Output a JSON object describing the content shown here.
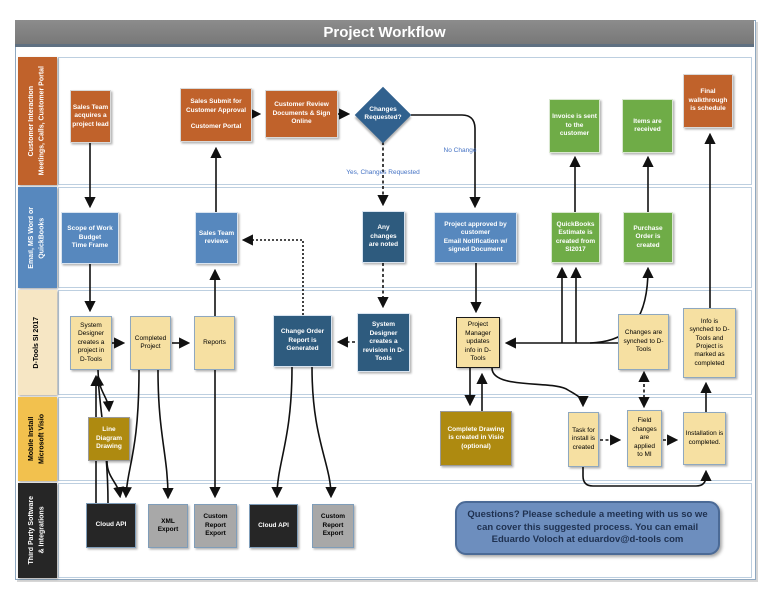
{
  "title": "Project Workflow",
  "lanes": [
    {
      "label": "Customer Interaction\nMeetings, Calls, Customer Portal"
    },
    {
      "label": "Email, MS Word or\nQuickBooks"
    },
    {
      "label": "D-Tools SI 2017"
    },
    {
      "label": "Mobile Install\nMicrosoft Visio"
    },
    {
      "label": "Third Party Software\n& Integrations"
    }
  ],
  "nodes": {
    "sales_lead": {
      "label": "Sales Team acquires a project lead"
    },
    "sales_submit": {
      "label": "Sales Submit for\nCustomer Approval\n\nCustomer Portal"
    },
    "customer_review": {
      "label": "Customer Review\nDocuments & Sign\nOnline"
    },
    "changes_requested": {
      "label": "Changes\nRequested?"
    },
    "invoice_sent": {
      "label": "Invoice is sent\nto the\ncustomer"
    },
    "items_received": {
      "label": "Items are\nreceived"
    },
    "final_walkthrough": {
      "label": "Final\nwalkthrough\nis schedule"
    },
    "scope_of_work": {
      "label": "Scope of Work\nBudget\nTime Frame"
    },
    "sales_team_reviews": {
      "label": "Sales Team\nreviews"
    },
    "any_changes": {
      "label": "Any\nchanges\nare noted"
    },
    "project_approved": {
      "label": "Project approved by\ncustomer\nEmail Notification w/\nsigned Document"
    },
    "quickbooks_estimate": {
      "label": "QuickBooks\nEstimate is\ncreated from\nSI2017"
    },
    "purchase_order": {
      "label": "Purchase\nOrder is\ncreated"
    },
    "system_designer_creates": {
      "label": "System\nDesigner\ncreates a\nproject in\nD-Tools"
    },
    "completed_project": {
      "label": "Completed\nProject"
    },
    "reports": {
      "label": "Reports"
    },
    "change_order": {
      "label": "Change Order\nReport is\nGenerated"
    },
    "system_designer_revision": {
      "label": "System\nDesigner\ncreates a\nrevision in D-\nTools"
    },
    "project_manager_updates": {
      "label": "Project\nManager\nupdates\ninfo in D-\nTools"
    },
    "changes_synched": {
      "label": "Changes are\nsynched to D-\nTools"
    },
    "info_synched": {
      "label": "Info is\nsynched to D-\nTools and\nProject is\nmarked as\ncompleted"
    },
    "line_diagram": {
      "label": "Line\nDiagram\nDrawing"
    },
    "complete_drawing": {
      "label": "Complete Drawing\nis created in Visio\n(optional)"
    },
    "task_install": {
      "label": "Task for\ninstall is\ncreated"
    },
    "field_changes": {
      "label": "Field\nchanges\nare\napplied\nto MI"
    },
    "installation_completed": {
      "label": "Installation is\ncompleted."
    },
    "cloud_api_1": {
      "label": "Cloud API"
    },
    "xml_export": {
      "label": "XML\nExport"
    },
    "custom_report_1": {
      "label": "Custom\nReport\nExport"
    },
    "cloud_api_2": {
      "label": "Cloud API"
    },
    "custom_report_2": {
      "label": "Custom\nReport\nExport"
    }
  },
  "edge_labels": {
    "yes": "Yes, Changes Requested",
    "no": "No Change"
  },
  "note": {
    "text": "Questions? Please schedule a meeting with us so we can cover this suggested process. You can email Eduardo Voloch at eduardov@d-tools com"
  },
  "colors": {
    "title_bg": "#7F7F7F",
    "orange": "#C0622B",
    "light_blue": "#5788BE",
    "dark_blue": "#2E5B7E",
    "diamond_blue": "#31618E",
    "green": "#6FAC47",
    "yellow": "#F6E0A2",
    "gold": "#AE8A10",
    "black_box": "#262626",
    "gray_box": "#A8A8A8",
    "lane3_bg": "#F6E6C4",
    "lane4_bg": "#F2C14E",
    "note_bg": "#6D8EBE",
    "edge_label_blue": "#4472C4"
  }
}
